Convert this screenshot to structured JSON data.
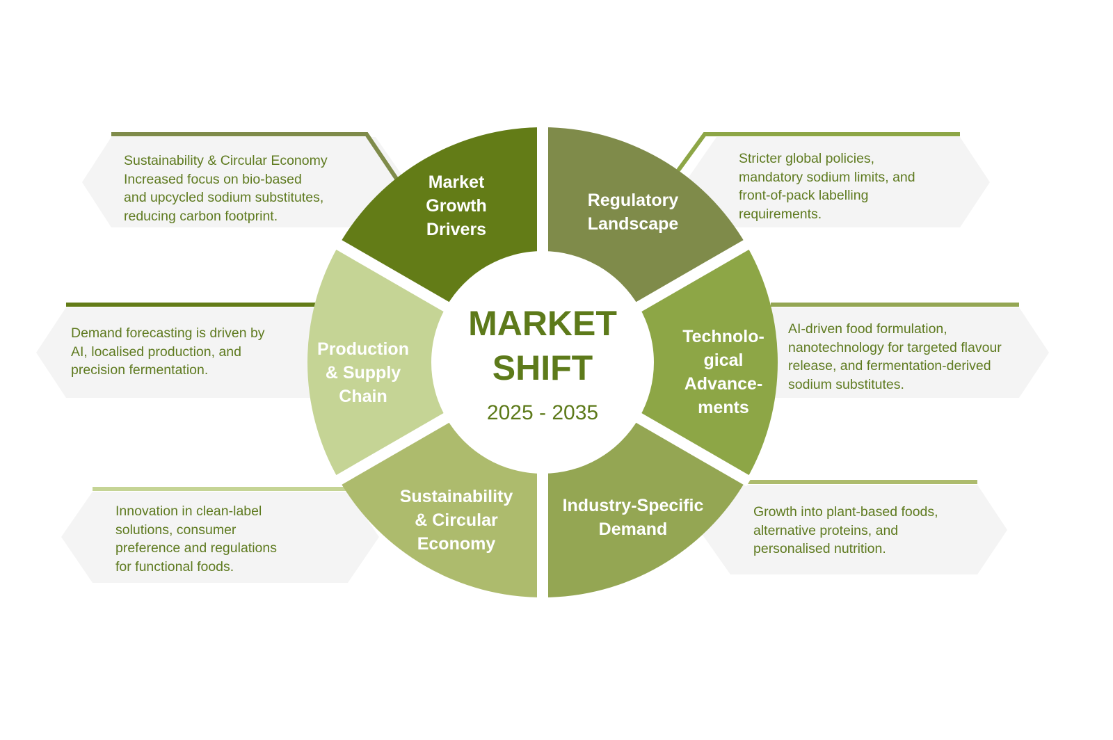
{
  "center": {
    "title_line1": "MARKET",
    "title_line2": "SHIFT",
    "years": "2025 - 2035"
  },
  "colors": {
    "text": "#5e7a1f",
    "box": "#f4f4f4"
  },
  "segments": [
    {
      "id": "market-growth-drivers",
      "lines": [
        "Market",
        "Growth",
        "Drivers"
      ],
      "color": "#7f8b4a"
    },
    {
      "id": "regulatory-landscape",
      "lines": [
        "Regulatory",
        "Landscape"
      ],
      "color": "#8da646"
    },
    {
      "id": "technological-advancements",
      "lines": [
        "Technolo-",
        "gical",
        "Advance-",
        "ments"
      ],
      "color": "#94a653"
    },
    {
      "id": "industry-specific-demand",
      "lines": [
        "Industry-Specific",
        "Demand"
      ],
      "color": "#adbb6d"
    },
    {
      "id": "sustainability-circular-economy",
      "lines": [
        "Sustainability",
        "& Circular",
        "Economy"
      ],
      "color": "#c5d495"
    },
    {
      "id": "production-supply-chain",
      "lines": [
        "Production",
        "& Supply",
        "Chain"
      ],
      "color": "#637c17"
    }
  ],
  "callouts": [
    {
      "id": "top-left",
      "lines": [
        "Sustainability & Circular Economy",
        "Increased focus on bio-based",
        "and upcycled sodium substitutes,",
        "reducing carbon footprint."
      ]
    },
    {
      "id": "top-right",
      "lines": [
        "Stricter global policies,",
        "mandatory sodium limits, and",
        "front-of-pack labelling",
        "requirements."
      ]
    },
    {
      "id": "middle-right",
      "lines": [
        "AI-driven food formulation,",
        "nanotechnology for targeted flavour",
        "release, and fermentation-derived",
        "sodium substitutes."
      ]
    },
    {
      "id": "bottom-right",
      "lines": [
        "Growth into plant-based foods,",
        "alternative proteins, and",
        "personalised nutrition."
      ]
    },
    {
      "id": "bottom-left",
      "lines": [
        "Innovation in clean-label",
        "solutions, consumer",
        "preference and regulations",
        "for functional foods."
      ]
    },
    {
      "id": "middle-left",
      "lines": [
        "Demand forecasting is driven by",
        "AI, localised production, and",
        "precision fermentation."
      ]
    }
  ]
}
